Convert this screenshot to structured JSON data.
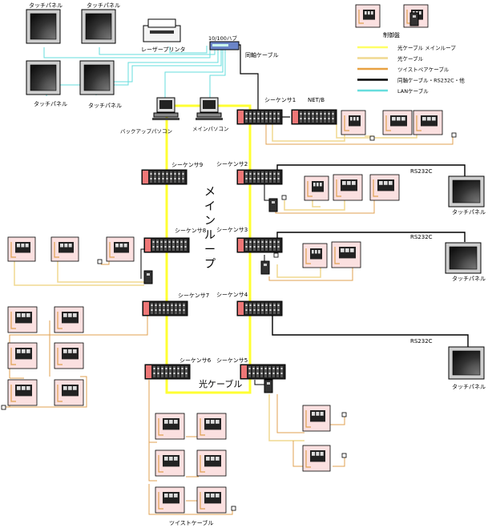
{
  "labels": {
    "touch_panel": "タッチパネル",
    "laser_printer": "レーザープリンタ",
    "hub": "10/100ハブ",
    "coax_cable": "同軸ケーブル",
    "backup_pc": "バックアップパソコン",
    "main_pc": "メインパソコン",
    "net_b": "NET/B",
    "rs232c": "RS232C",
    "main_loop": "メインループ",
    "optical_cable": "光ケーブル",
    "twisted_cable": "ツイストケーブル",
    "control_panel": "制御盤"
  },
  "sequencers": [
    {
      "id": "seq1",
      "label": "シーケンサ1"
    },
    {
      "id": "seq2",
      "label": "シーケンサ2"
    },
    {
      "id": "seq3",
      "label": "シーケンサ3"
    },
    {
      "id": "seq4",
      "label": "シーケンサ4"
    },
    {
      "id": "seq5",
      "label": "シーケンサ5"
    },
    {
      "id": "seq6",
      "label": "シーケンサ6"
    },
    {
      "id": "seq7",
      "label": "シーケンサ7"
    },
    {
      "id": "seq8",
      "label": "シーケンサ8"
    },
    {
      "id": "seq9",
      "label": "シーケンサ9"
    }
  ],
  "legend": [
    {
      "label": "光ケーブル メインループ",
      "color": "#ffff66"
    },
    {
      "label": "光ケーブル",
      "color": "#f0d890"
    },
    {
      "label": "ツイストペアケーブル",
      "color": "#e8a040"
    },
    {
      "label": "同軸ケーブル・RS232C・他",
      "color": "#000000"
    },
    {
      "label": "LANケーブル",
      "color": "#66dddd"
    }
  ],
  "colors": {
    "main_loop": "#ffff33",
    "optical": "#f0d890",
    "twisted": "#e0a050",
    "lan": "#66dddd",
    "panel_fill": "#fbe0e0"
  }
}
